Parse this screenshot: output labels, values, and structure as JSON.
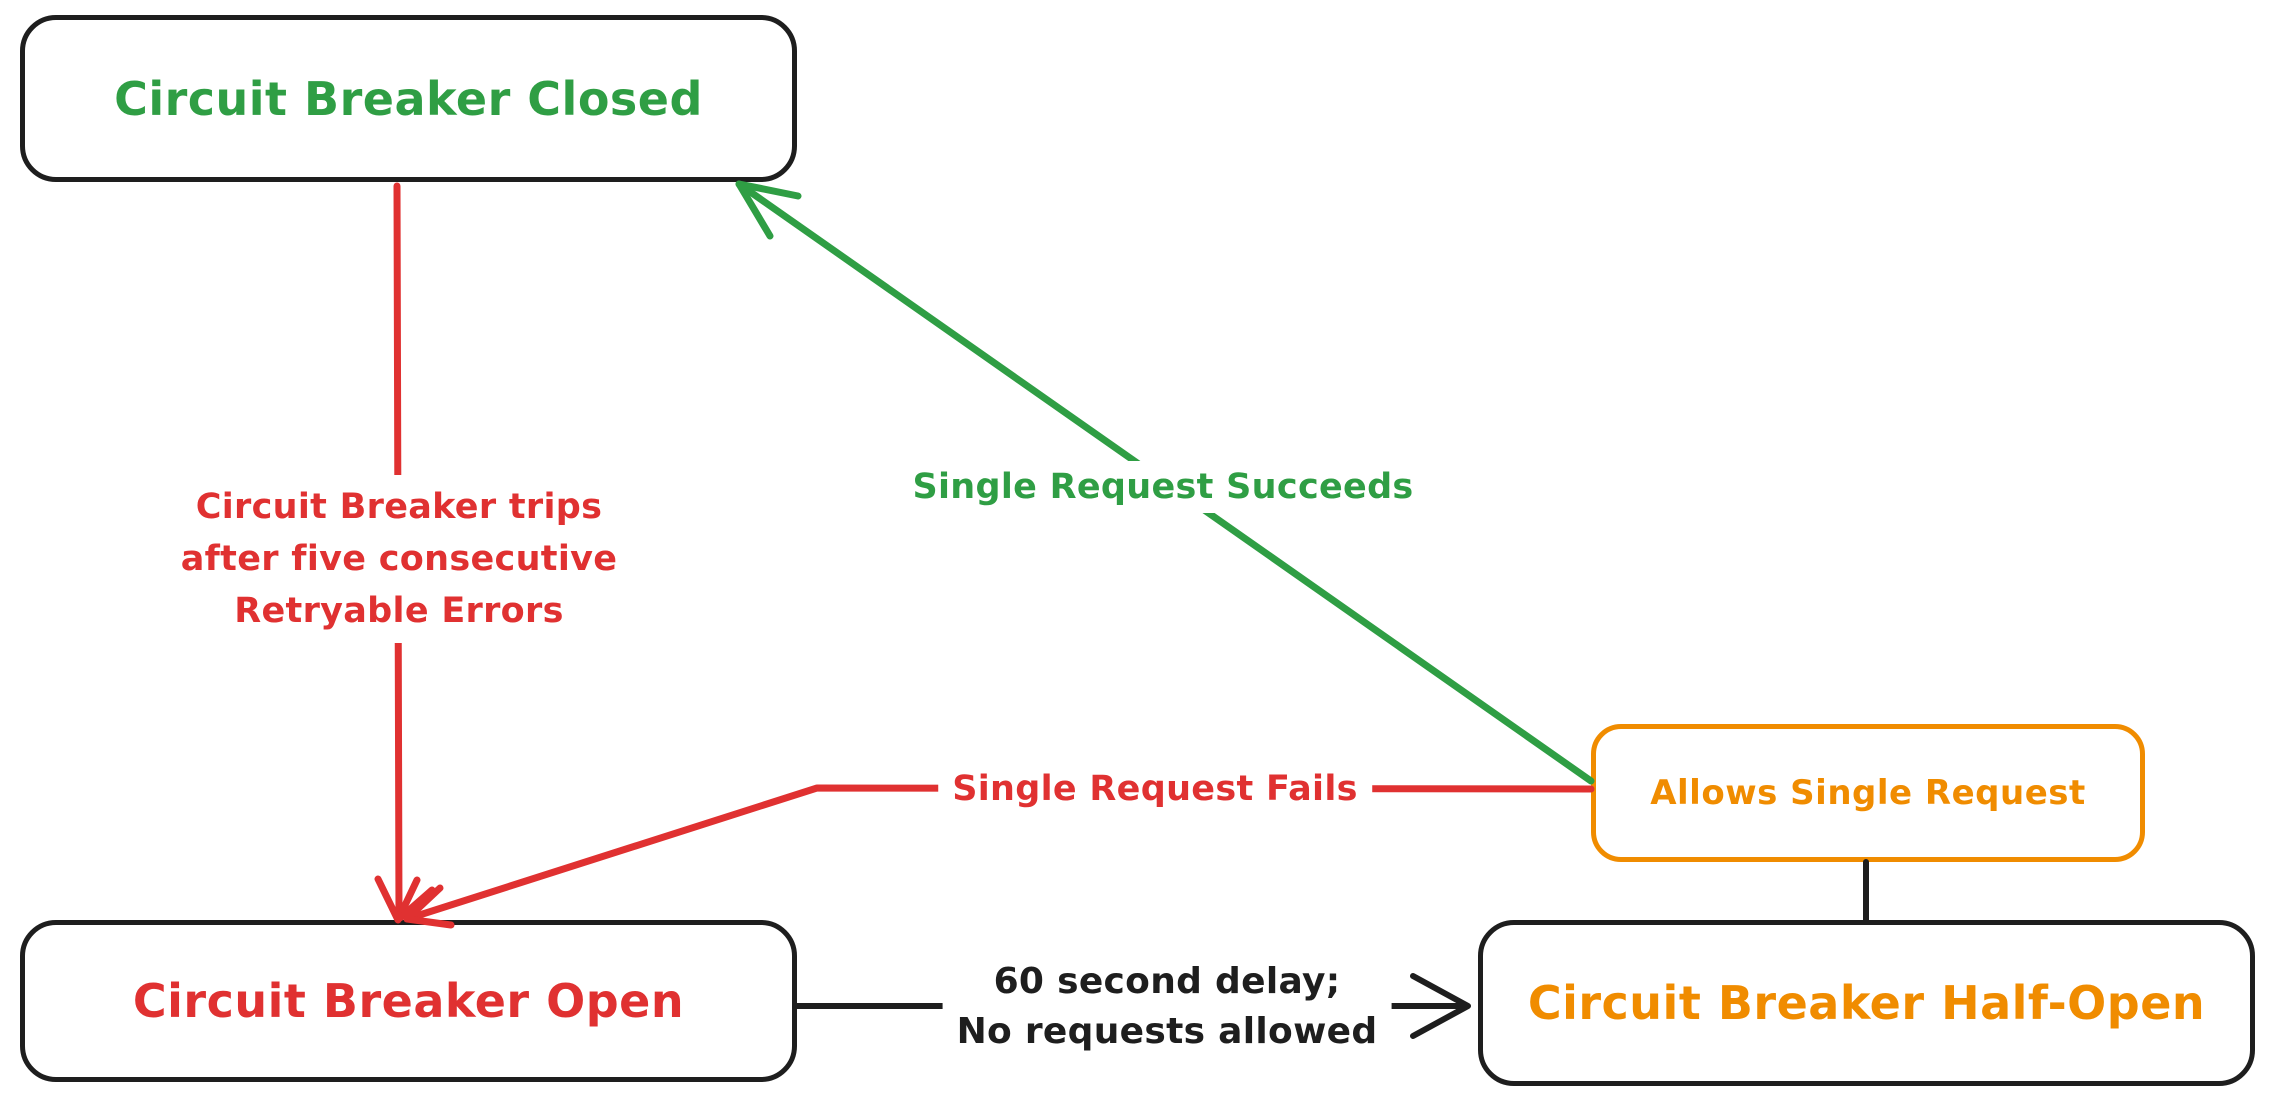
{
  "palette": {
    "green": "#2f9e44",
    "red": "#e03131",
    "orange": "#f08c00",
    "ink": "#1e1e1e",
    "background": "#ffffff"
  },
  "nodes": {
    "closed": {
      "label": "Circuit Breaker Closed",
      "text_color": "#2f9e44",
      "border_color": "#1e1e1e"
    },
    "open": {
      "label": "Circuit Breaker Open",
      "text_color": "#e03131",
      "border_color": "#1e1e1e"
    },
    "half_open": {
      "label": "Circuit Breaker Half-Open",
      "text_color": "#f08c00",
      "border_color": "#1e1e1e"
    },
    "allows_single_request": {
      "label": "Allows Single Request",
      "text_color": "#f08c00",
      "border_color": "#f08c00"
    }
  },
  "edges": {
    "trips": {
      "from": "closed",
      "to": "open",
      "color": "#e03131",
      "label_lines": [
        "Circuit Breaker trips",
        "after five consecutive",
        "Retryable Errors"
      ]
    },
    "succeeds": {
      "from": "allows_single_request",
      "to": "closed",
      "color": "#2f9e44",
      "label": "Single Request Succeeds"
    },
    "fails": {
      "from": "allows_single_request",
      "to": "open",
      "color": "#e03131",
      "label": "Single Request Fails"
    },
    "delay": {
      "from": "open",
      "to": "half_open",
      "color": "#1e1e1e",
      "label_lines": [
        "60 second delay;",
        "No requests allowed"
      ]
    },
    "half_open_to_allows": {
      "from": "half_open",
      "to": "allows_single_request",
      "color": "#1e1e1e"
    }
  }
}
